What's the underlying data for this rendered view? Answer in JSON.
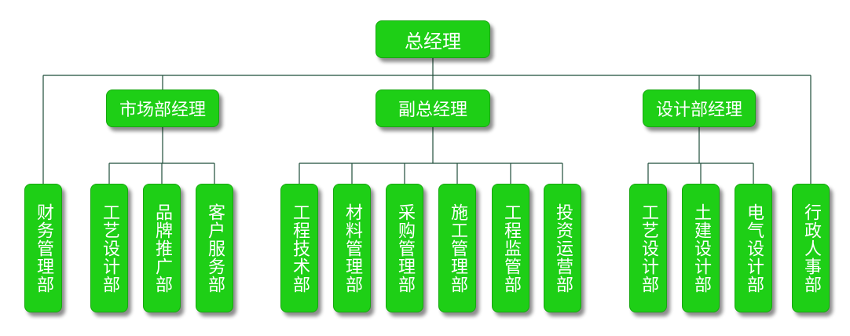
{
  "colors": {
    "box_fill": "#1ecf16",
    "box_border": "#16a80f",
    "text": "#ffffff",
    "connector": "#1f4d3a"
  },
  "root": {
    "label": "总经理"
  },
  "managers": [
    {
      "id": "market",
      "label": "市场部经理"
    },
    {
      "id": "deputy",
      "label": "副总经理"
    },
    {
      "id": "design",
      "label": "设计部经理"
    }
  ],
  "departments": [
    {
      "id": "finance",
      "label": "财务管理部",
      "parent": "root"
    },
    {
      "id": "craft-design-1",
      "label": "工艺设计部",
      "parent": "market"
    },
    {
      "id": "brand",
      "label": "品牌推广部",
      "parent": "market"
    },
    {
      "id": "customer",
      "label": "客户服务部",
      "parent": "market"
    },
    {
      "id": "engineering-tech",
      "label": "工程技术部",
      "parent": "deputy"
    },
    {
      "id": "materials",
      "label": "材料管理部",
      "parent": "deputy"
    },
    {
      "id": "purchasing",
      "label": "采购管理部",
      "parent": "deputy"
    },
    {
      "id": "construction",
      "label": "施工管理部",
      "parent": "deputy"
    },
    {
      "id": "supervision",
      "label": "工程监管部",
      "parent": "deputy"
    },
    {
      "id": "investment",
      "label": "投资运营部",
      "parent": "deputy"
    },
    {
      "id": "craft-design-2",
      "label": "工艺设计部",
      "parent": "design"
    },
    {
      "id": "civil-design",
      "label": "土建设计部",
      "parent": "design"
    },
    {
      "id": "electrical-design",
      "label": "电气设计部",
      "parent": "design"
    },
    {
      "id": "admin-hr",
      "label": "行政人事部",
      "parent": "root"
    }
  ]
}
